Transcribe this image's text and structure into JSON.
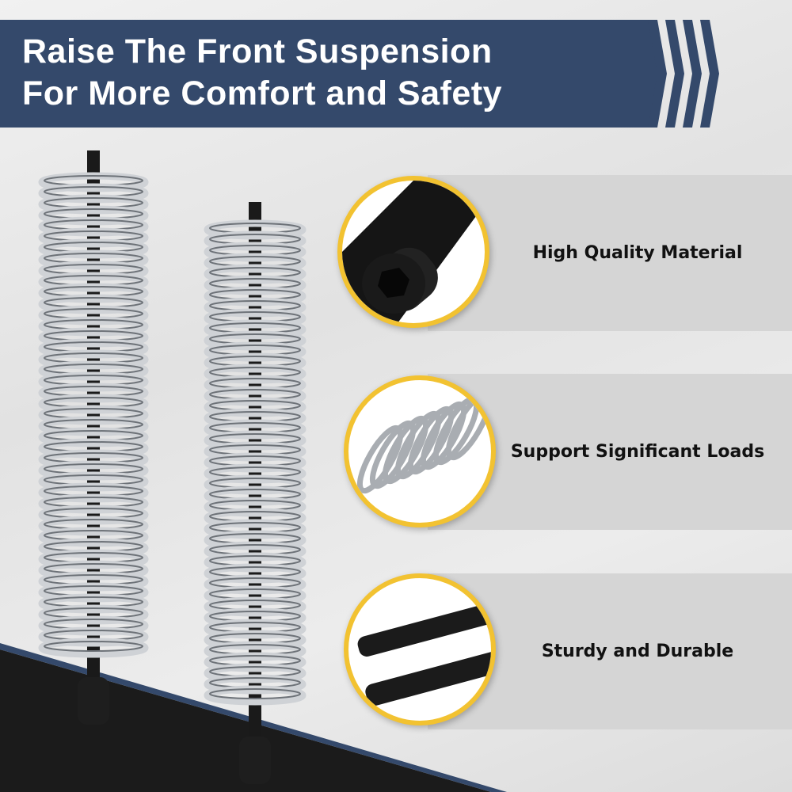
{
  "banner": {
    "title_line1": "Raise The Front Suspension",
    "title_line2": "For More Comfort and Safety"
  },
  "features": [
    {
      "label": "High Quality Material",
      "icon": "socket-head-bolt"
    },
    {
      "label": "Support Significant Loads",
      "icon": "coil-spring"
    },
    {
      "label": "Sturdy and Durable",
      "icon": "threaded-rods"
    }
  ],
  "colors": {
    "banner": "#34496b",
    "accent": "#f2c231",
    "panel": "#d5d5d5"
  }
}
